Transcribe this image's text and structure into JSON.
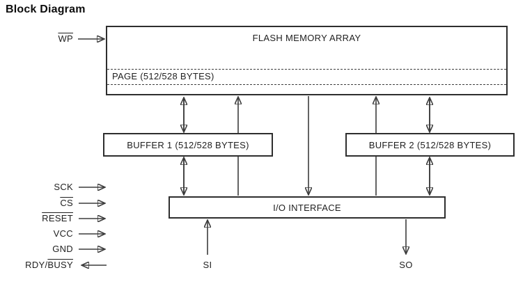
{
  "page_title": "Block Diagram",
  "blocks": {
    "flash_array": "FLASH MEMORY ARRAY",
    "page_band": "PAGE (512/528 BYTES)",
    "buffer1": "BUFFER 1 (512/528 BYTES)",
    "buffer2": "BUFFER 2 (512/528 BYTES)",
    "io_interface": "I/O INTERFACE"
  },
  "signals": {
    "wp": "WP",
    "sck": "SCK",
    "cs": "CS",
    "reset": "RESET",
    "vcc": "VCC",
    "gnd": "GND",
    "rdy_prefix": "RDY/",
    "busy": "BUSY",
    "si": "SI",
    "so": "SO"
  },
  "colors": {
    "background": "#ffffff",
    "box_border": "#2e2e2e",
    "line": "#3c3c3c",
    "arrowhead": "#1c1c1c",
    "text": "#1f1f1f"
  }
}
